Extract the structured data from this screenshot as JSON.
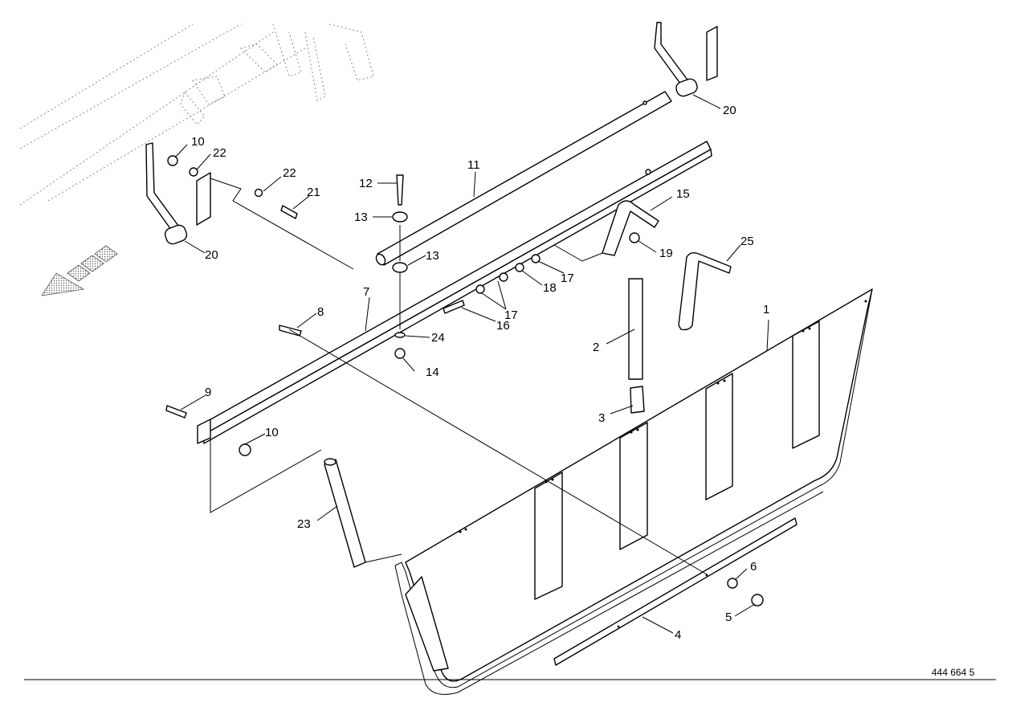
{
  "drawing_number": "444 664 5",
  "callouts": [
    "1",
    "2",
    "3",
    "4",
    "5",
    "6",
    "7",
    "8",
    "9",
    "10",
    "10",
    "11",
    "12",
    "13",
    "13",
    "14",
    "15",
    "16",
    "17",
    "17",
    "18",
    "19",
    "20",
    "20",
    "21",
    "22",
    "22",
    "23",
    "24",
    "25"
  ],
  "direction_arrow": "travel-direction-arrow-icon",
  "colors": {
    "ink": "#000000",
    "background": "#ffffff",
    "ghost": "#8a8a8a",
    "hatch": "#555555"
  }
}
